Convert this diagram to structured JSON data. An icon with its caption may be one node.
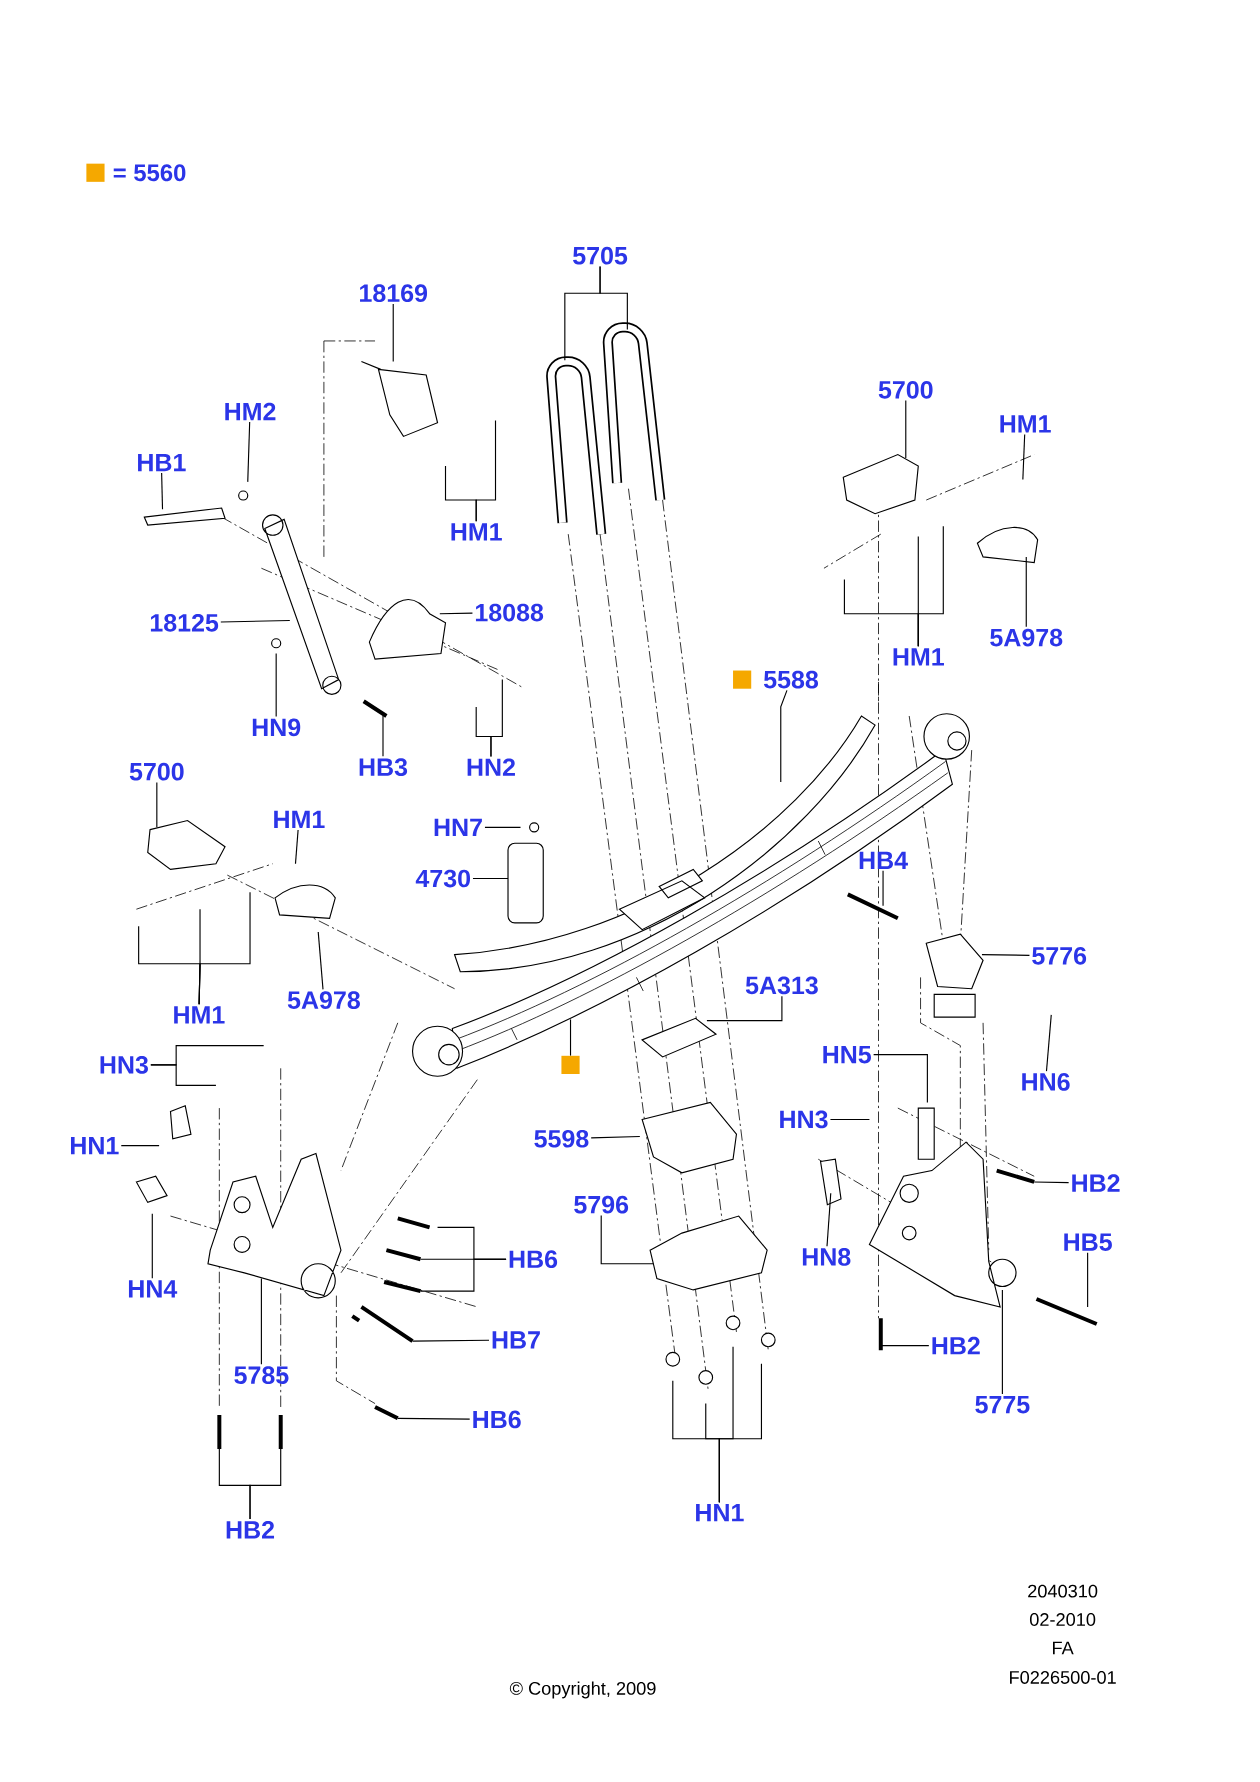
{
  "diagram": {
    "nodes": [
      {
        "text": [
          "5705"
        ]
      },
      {
        "text": [
          "18169"
        ]
      },
      {
        "text": [
          "HM2"
        ]
      },
      {
        "text": [
          "HB1"
        ]
      },
      {
        "text": [
          "HM1"
        ]
      },
      {
        "text": [
          "18125"
        ]
      },
      {
        "text": [
          "18088"
        ]
      },
      {
        "text": [
          "HN9"
        ]
      },
      {
        "text": [
          "HB3"
        ]
      },
      {
        "text": [
          "HN2"
        ]
      },
      {
        "text": [
          "5700"
        ]
      },
      {
        "text": [
          "HM1"
        ]
      },
      {
        "text": [
          "HM1"
        ]
      },
      {
        "text": [
          "5A978"
        ]
      },
      {
        "text": [
          "5588"
        ]
      },
      {
        "text": [
          "5700"
        ]
      },
      {
        "text": [
          "HM1"
        ]
      },
      {
        "text": [
          "HN7"
        ]
      },
      {
        "text": [
          "4730"
        ]
      },
      {
        "text": [
          "HM1"
        ]
      },
      {
        "text": [
          "5A978"
        ]
      },
      {
        "text": [
          "HB4"
        ]
      },
      {
        "text": [
          "5776"
        ]
      },
      {
        "text": [],
        "shape": "box"
      },
      {
        "text": [
          "5A313"
        ]
      },
      {
        "text": [
          "HN3"
        ]
      },
      {
        "text": [
          "HN5"
        ]
      },
      {
        "text": [
          "HN6"
        ]
      },
      {
        "text": [
          "HN1"
        ]
      },
      {
        "text": [
          "5598"
        ]
      },
      {
        "text": [
          "HN3"
        ]
      },
      {
        "text": [
          "HB2"
        ]
      },
      {
        "text": [
          "HN4"
        ]
      },
      {
        "text": [
          "5796"
        ]
      },
      {
        "text": [
          "HN8"
        ]
      },
      {
        "text": [
          "HB6"
        ]
      },
      {
        "text": [
          "HB5"
        ]
      },
      {
        "text": [
          "HB7"
        ]
      },
      {
        "text": [
          "HB2"
        ]
      },
      {
        "text": [
          "5785"
        ]
      },
      {
        "text": [
          "5775"
        ]
      },
      {
        "text": [
          "HB6"
        ]
      },
      {
        "text": [
          "HB2"
        ]
      },
      {
        "text": [
          "HN1"
        ]
      },
      {
        "text": [],
        "shape": "box"
      }
    ],
    "edges": [
      {
        "from": 0,
        "to": null,
        "arrow": "none"
      },
      {
        "from": 0,
        "to": null,
        "arrow": "none"
      },
      {
        "from": 1,
        "to": null,
        "arrow": "none"
      },
      {
        "from": 2,
        "to": null,
        "arrow": "none"
      },
      {
        "from": 3,
        "to": null,
        "arrow": "none"
      },
      {
        "from": 4,
        "to": null,
        "arrow": "none"
      },
      {
        "from": 4,
        "to": null,
        "arrow": "none"
      },
      {
        "from": 5,
        "to": null,
        "arrow": "none"
      },
      {
        "from": 6,
        "to": null,
        "arrow": "none"
      },
      {
        "from": 7,
        "to": null,
        "arrow": "none"
      },
      {
        "from": 8,
        "to": null,
        "arrow": "none"
      },
      {
        "from": 9,
        "to": null,
        "arrow": "none"
      },
      {
        "from": 9,
        "to": null,
        "arrow": "none"
      },
      {
        "from": 10,
        "to": null,
        "arrow": "none"
      },
      {
        "from": 11,
        "to": null,
        "arrow": "none"
      },
      {
        "from": 12,
        "to": null,
        "arrow": "none"
      },
      {
        "from": 12,
        "to": null,
        "arrow": "none"
      },
      {
        "from": 12,
        "to": null,
        "arrow": "none"
      },
      {
        "from": 13,
        "to": null,
        "arrow": "none"
      },
      {
        "from": 14,
        "to": null,
        "arrow": "none"
      },
      {
        "from": 15,
        "to": null,
        "arrow": "none"
      },
      {
        "from": 16,
        "to": null,
        "arrow": "none"
      },
      {
        "from": 17,
        "to": null,
        "arrow": "none"
      },
      {
        "from": 18,
        "to": null,
        "arrow": "none"
      },
      {
        "from": 19,
        "to": null,
        "arrow": "none"
      },
      {
        "from": 19,
        "to": null,
        "arrow": "none"
      },
      {
        "from": 19,
        "to": null,
        "arrow": "none"
      },
      {
        "from": 20,
        "to": null,
        "arrow": "none"
      },
      {
        "from": 21,
        "to": null,
        "arrow": "none"
      },
      {
        "from": 22,
        "to": null,
        "arrow": "none"
      },
      {
        "from": 23,
        "to": null,
        "arrow": "none"
      },
      {
        "from": 24,
        "to": null,
        "arrow": "none"
      },
      {
        "from": 25,
        "to": null,
        "arrow": "none"
      },
      {
        "from": 25,
        "to": null,
        "arrow": "none"
      },
      {
        "from": 26,
        "to": null,
        "arrow": "none"
      },
      {
        "from": 27,
        "to": null,
        "arrow": "none"
      },
      {
        "from": 28,
        "to": null,
        "arrow": "none"
      },
      {
        "from": 29,
        "to": null,
        "arrow": "none"
      },
      {
        "from": 30,
        "to": null,
        "arrow": "none"
      },
      {
        "from": 31,
        "to": null,
        "arrow": "none"
      },
      {
        "from": 32,
        "to": null,
        "arrow": "none"
      },
      {
        "from": 33,
        "to": null,
        "arrow": "none"
      },
      {
        "from": 34,
        "to": null,
        "arrow": "none"
      },
      {
        "from": 35,
        "to": null,
        "arrow": "none"
      },
      {
        "from": 35,
        "to": null,
        "arrow": "none"
      },
      {
        "from": 35,
        "to": null,
        "arrow": "none"
      },
      {
        "from": 36,
        "to": null,
        "arrow": "none"
      },
      {
        "from": 37,
        "to": null,
        "arrow": "none"
      },
      {
        "from": 38,
        "to": null,
        "arrow": "none"
      },
      {
        "from": 39,
        "to": null,
        "arrow": "none"
      },
      {
        "from": 40,
        "to": null,
        "arrow": "none"
      },
      {
        "from": 41,
        "to": null,
        "arrow": "none"
      },
      {
        "from": 42,
        "to": null,
        "arrow": "none"
      },
      {
        "from": 42,
        "to": null,
        "arrow": "none"
      },
      {
        "from": 43,
        "to": null,
        "arrow": "none"
      },
      {
        "from": 43,
        "to": null,
        "arrow": "none"
      },
      {
        "from": 43,
        "to": null,
        "arrow": "none"
      },
      {
        "from": 43,
        "to": null,
        "arrow": "none"
      }
    ],
    "labels": [
      "2040310",
      "02-2010",
      "FA",
      "F0226500-01",
      "© Copyright, 2009"
    ],
    "legend": [
      {
        "text": "= 5560",
        "color": "#f5a800"
      }
    ]
  }
}
